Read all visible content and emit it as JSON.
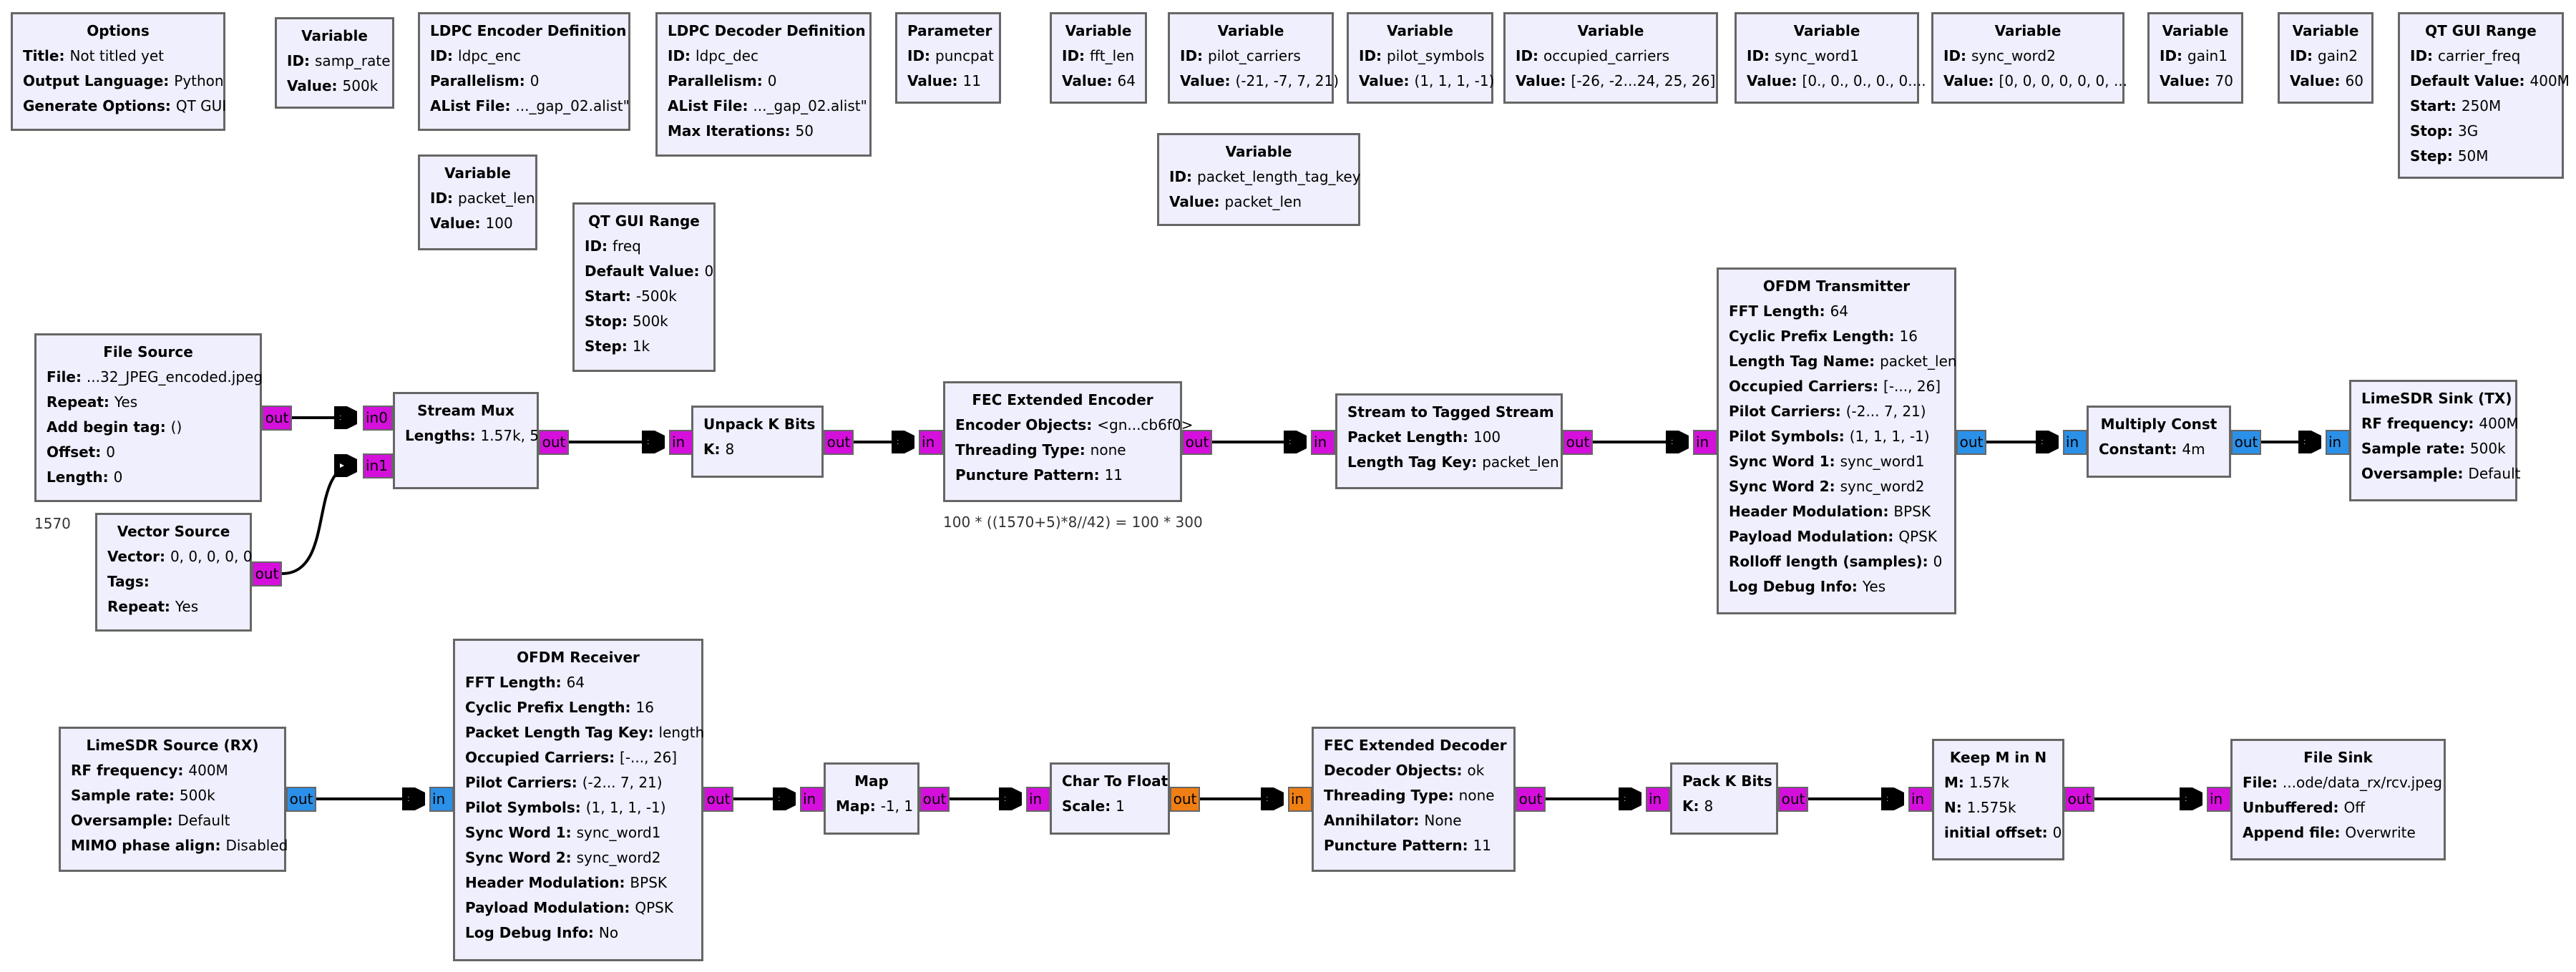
{
  "blocks": {
    "options": {
      "title": "Options",
      "rows": [
        {
          "k": "Title",
          "v": "Not titled yet"
        },
        {
          "k": "Output Language",
          "v": "Python"
        },
        {
          "k": "Generate Options",
          "v": "QT GUI"
        }
      ]
    },
    "var_samp_rate": {
      "title": "Variable",
      "rows": [
        {
          "k": "ID",
          "v": "samp_rate"
        },
        {
          "k": "Value",
          "v": "500k"
        }
      ]
    },
    "ldpc_enc_def": {
      "title": "LDPC Encoder Definition",
      "rows": [
        {
          "k": "ID",
          "v": "ldpc_enc"
        },
        {
          "k": "Parallelism",
          "v": "0"
        },
        {
          "k": "AList File",
          "v": "..._gap_02.alist\""
        }
      ]
    },
    "ldpc_dec_def": {
      "title": "LDPC Decoder Definition",
      "rows": [
        {
          "k": "ID",
          "v": "ldpc_dec"
        },
        {
          "k": "Parallelism",
          "v": "0"
        },
        {
          "k": "AList File",
          "v": "..._gap_02.alist\""
        },
        {
          "k": "Max Iterations",
          "v": "50"
        }
      ]
    },
    "param_puncpat": {
      "title": "Parameter",
      "rows": [
        {
          "k": "ID",
          "v": "puncpat"
        },
        {
          "k": "Value",
          "v": "11"
        }
      ]
    },
    "var_fft_len": {
      "title": "Variable",
      "rows": [
        {
          "k": "ID",
          "v": "fft_len"
        },
        {
          "k": "Value",
          "v": "64"
        }
      ]
    },
    "var_pilot_carriers": {
      "title": "Variable",
      "rows": [
        {
          "k": "ID",
          "v": "pilot_carriers"
        },
        {
          "k": "Value",
          "v": "(-21, -7, 7, 21)"
        }
      ]
    },
    "var_pilot_symbols": {
      "title": "Variable",
      "rows": [
        {
          "k": "ID",
          "v": "pilot_symbols"
        },
        {
          "k": "Value",
          "v": "(1, 1, 1, -1)"
        }
      ]
    },
    "var_occupied_carriers": {
      "title": "Variable",
      "rows": [
        {
          "k": "ID",
          "v": "occupied_carriers"
        },
        {
          "k": "Value",
          "v": "[-26, -2...24, 25, 26]"
        }
      ]
    },
    "var_sync_word1": {
      "title": "Variable",
      "rows": [
        {
          "k": "ID",
          "v": "sync_word1"
        },
        {
          "k": "Value",
          "v": "[0., 0., 0., 0., 0...."
        }
      ]
    },
    "var_sync_word2": {
      "title": "Variable",
      "rows": [
        {
          "k": "ID",
          "v": "sync_word2"
        },
        {
          "k": "Value",
          "v": "[0, 0, 0, 0, 0, 0, ..."
        }
      ]
    },
    "var_gain1": {
      "title": "Variable",
      "rows": [
        {
          "k": "ID",
          "v": "gain1"
        },
        {
          "k": "Value",
          "v": "70"
        }
      ]
    },
    "var_gain2": {
      "title": "Variable",
      "rows": [
        {
          "k": "ID",
          "v": "gain2"
        },
        {
          "k": "Value",
          "v": "60"
        }
      ]
    },
    "qt_range_carrier": {
      "title": "QT GUI Range",
      "rows": [
        {
          "k": "ID",
          "v": "carrier_freq"
        },
        {
          "k": "Default Value",
          "v": "400M"
        },
        {
          "k": "Start",
          "v": "250M"
        },
        {
          "k": "Stop",
          "v": "3G"
        },
        {
          "k": "Step",
          "v": "50M"
        }
      ]
    },
    "var_packet_len": {
      "title": "Variable",
      "rows": [
        {
          "k": "ID",
          "v": "packet_len"
        },
        {
          "k": "Value",
          "v": "100"
        }
      ]
    },
    "var_packet_length_tag_key": {
      "title": "Variable",
      "rows": [
        {
          "k": "ID",
          "v": "packet_length_tag_key"
        },
        {
          "k": "Value",
          "v": "packet_len"
        }
      ]
    },
    "qt_range_freq": {
      "title": "QT GUI Range",
      "rows": [
        {
          "k": "ID",
          "v": "freq"
        },
        {
          "k": "Default Value",
          "v": "0"
        },
        {
          "k": "Start",
          "v": "-500k"
        },
        {
          "k": "Stop",
          "v": "500k"
        },
        {
          "k": "Step",
          "v": "1k"
        }
      ]
    },
    "file_source": {
      "title": "File Source",
      "rows": [
        {
          "k": "File",
          "v": "...32_JPEG_encoded.jpeg"
        },
        {
          "k": "Repeat",
          "v": "Yes"
        },
        {
          "k": "Add begin tag",
          "v": "()"
        },
        {
          "k": "Offset",
          "v": "0"
        },
        {
          "k": "Length",
          "v": "0"
        }
      ]
    },
    "vector_source": {
      "title": "Vector Source",
      "rows": [
        {
          "k": "Vector",
          "v": "0, 0, 0, 0, 0"
        },
        {
          "k": "Tags",
          "v": ""
        },
        {
          "k": "Repeat",
          "v": "Yes"
        }
      ]
    },
    "stream_mux": {
      "title": "Stream Mux",
      "rows": [
        {
          "k": "Lengths",
          "v": "1.57k, 5"
        }
      ]
    },
    "unpack_k_bits": {
      "title": "Unpack K Bits",
      "rows": [
        {
          "k": "K",
          "v": "8"
        }
      ]
    },
    "fec_ext_encoder": {
      "title": "FEC Extended Encoder",
      "rows": [
        {
          "k": "Encoder Objects",
          "v": "<gn...cb6f0>"
        },
        {
          "k": "Threading Type",
          "v": "none"
        },
        {
          "k": "Puncture Pattern",
          "v": "11"
        }
      ]
    },
    "stream_to_tagged": {
      "title": "Stream to Tagged Stream",
      "rows": [
        {
          "k": "Packet Length",
          "v": "100"
        },
        {
          "k": "Length Tag Key",
          "v": "packet_len"
        }
      ]
    },
    "ofdm_tx": {
      "title": "OFDM Transmitter",
      "rows": [
        {
          "k": "FFT Length",
          "v": "64"
        },
        {
          "k": "Cyclic Prefix Length",
          "v": "16"
        },
        {
          "k": "Length Tag Name",
          "v": "packet_len"
        },
        {
          "k": "Occupied Carriers",
          "v": "[-..., 26]"
        },
        {
          "k": "Pilot Carriers",
          "v": "(-2... 7, 21)"
        },
        {
          "k": "Pilot Symbols",
          "v": "(1, 1, 1, -1)"
        },
        {
          "k": "Sync Word 1",
          "v": "sync_word1"
        },
        {
          "k": "Sync Word 2",
          "v": "sync_word2"
        },
        {
          "k": "Header Modulation",
          "v": "BPSK"
        },
        {
          "k": "Payload Modulation",
          "v": "QPSK"
        },
        {
          "k": "Rolloff length (samples)",
          "v": "0"
        },
        {
          "k": "Log Debug Info",
          "v": "Yes"
        }
      ]
    },
    "multiply_const": {
      "title": "Multiply Const",
      "rows": [
        {
          "k": "Constant",
          "v": "4m"
        }
      ]
    },
    "lime_sink": {
      "title": "LimeSDR Sink (TX)",
      "rows": [
        {
          "k": "RF frequency",
          "v": "400M"
        },
        {
          "k": "Sample rate",
          "v": "500k"
        },
        {
          "k": "Oversample",
          "v": "Default"
        }
      ]
    },
    "lime_source": {
      "title": "LimeSDR Source (RX)",
      "rows": [
        {
          "k": "RF frequency",
          "v": "400M"
        },
        {
          "k": "Sample rate",
          "v": "500k"
        },
        {
          "k": "Oversample",
          "v": "Default"
        },
        {
          "k": "MIMO phase align",
          "v": "Disabled"
        }
      ]
    },
    "ofdm_rx": {
      "title": "OFDM Receiver",
      "rows": [
        {
          "k": "FFT Length",
          "v": "64"
        },
        {
          "k": "Cyclic Prefix Length",
          "v": "16"
        },
        {
          "k": "Packet Length Tag Key",
          "v": "length"
        },
        {
          "k": "Occupied Carriers",
          "v": "[-..., 26]"
        },
        {
          "k": "Pilot Carriers",
          "v": "(-2... 7, 21)"
        },
        {
          "k": "Pilot Symbols",
          "v": "(1, 1, 1, -1)"
        },
        {
          "k": "Sync Word 1",
          "v": "sync_word1"
        },
        {
          "k": "Sync Word 2",
          "v": "sync_word2"
        },
        {
          "k": "Header Modulation",
          "v": "BPSK"
        },
        {
          "k": "Payload Modulation",
          "v": "QPSK"
        },
        {
          "k": "Log Debug Info",
          "v": "No"
        }
      ]
    },
    "map": {
      "title": "Map",
      "rows": [
        {
          "k": "Map",
          "v": "-1, 1"
        }
      ]
    },
    "char_to_float": {
      "title": "Char To Float",
      "rows": [
        {
          "k": "Scale",
          "v": "1"
        }
      ]
    },
    "fec_ext_decoder": {
      "title": "FEC Extended Decoder",
      "rows": [
        {
          "k": "Decoder Objects",
          "v": "ok"
        },
        {
          "k": "Threading Type",
          "v": "none"
        },
        {
          "k": "Annihilator",
          "v": "None"
        },
        {
          "k": "Puncture Pattern",
          "v": "11"
        }
      ]
    },
    "pack_k_bits": {
      "title": "Pack K Bits",
      "rows": [
        {
          "k": "K",
          "v": "8"
        }
      ]
    },
    "keep_m_in_n": {
      "title": "Keep M in N",
      "rows": [
        {
          "k": "M",
          "v": "1.57k"
        },
        {
          "k": "N",
          "v": "1.575k"
        },
        {
          "k": "initial offset",
          "v": "0"
        }
      ]
    },
    "file_sink": {
      "title": "File Sink",
      "rows": [
        {
          "k": "File",
          "v": "...ode/data_rx/rcv.jpeg"
        },
        {
          "k": "Unbuffered",
          "v": "Off"
        },
        {
          "k": "Append file",
          "v": "Overwrite"
        }
      ]
    }
  },
  "ports": {
    "file_source_out": "out",
    "stream_mux_in0": "in0",
    "stream_mux_in1": "in1",
    "vector_source_out": "out",
    "stream_mux_out": "out",
    "unpack_in": "in",
    "unpack_out": "out",
    "fec_enc_in": "in",
    "fec_enc_out": "out",
    "s2t_in": "in",
    "s2t_out": "out",
    "ofdm_tx_in": "in",
    "ofdm_tx_out": "out",
    "mult_in": "in",
    "mult_out": "out",
    "lime_sink_in": "in",
    "lime_source_out": "out",
    "ofdm_rx_in": "in",
    "ofdm_rx_out": "out",
    "map_in": "in",
    "map_out": "out",
    "c2f_in": "in",
    "c2f_out": "out",
    "fec_dec_in": "in",
    "fec_dec_out": "out",
    "pack_in": "in",
    "pack_out": "out",
    "keep_in": "in",
    "keep_out": "out",
    "file_sink_in": "in"
  },
  "notes": {
    "file_source_comment": "1570",
    "fec_encoder_comment": "100 * ((1570+5)*8//42) = 100 * 300"
  },
  "colors": {
    "bytes": "#d50fdc",
    "complex": "#2b90e8",
    "float": "#f07f13",
    "block_bg": "#efeffd",
    "block_border": "#666666"
  }
}
